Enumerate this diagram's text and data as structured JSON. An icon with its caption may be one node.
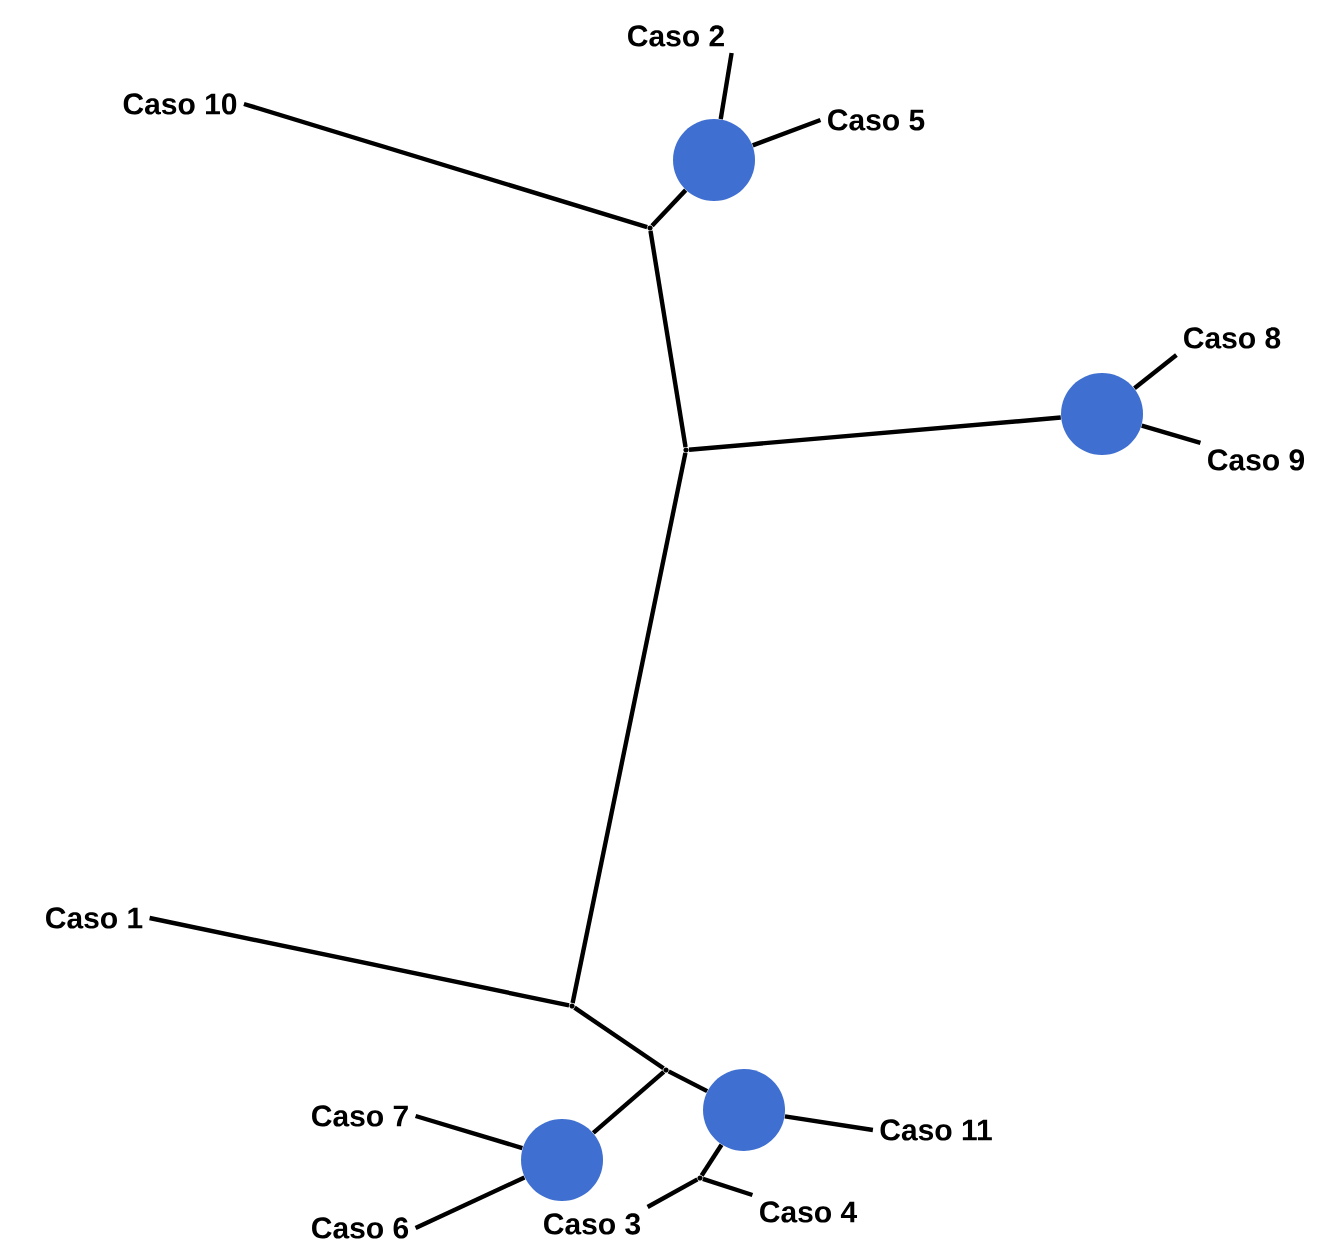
{
  "diagram": {
    "nodes": [
      {
        "text": [
          "Caso 2"
        ]
      },
      {
        "text": [
          "Caso 10"
        ]
      },
      {
        "text": [
          "Caso 5"
        ]
      },
      {
        "text": [],
        "shape": "circle"
      },
      {
        "text": [],
        "shape": "point"
      },
      {
        "text": [
          "Caso 8"
        ]
      },
      {
        "text": [],
        "shape": "circle"
      },
      {
        "text": [
          "Caso 9"
        ]
      },
      {
        "text": [],
        "shape": "point"
      },
      {
        "text": [
          "Caso 1"
        ]
      },
      {
        "text": [],
        "shape": "point"
      },
      {
        "text": [],
        "shape": "point"
      },
      {
        "text": [],
        "shape": "circle"
      },
      {
        "text": [
          "Caso 7"
        ]
      },
      {
        "text": [
          "Caso 11"
        ]
      },
      {
        "text": [],
        "shape": "circle"
      },
      {
        "text": [],
        "shape": "point"
      },
      {
        "text": [
          "Caso 4"
        ]
      },
      {
        "text": [
          "Caso 3"
        ]
      },
      {
        "text": [
          "Caso 6"
        ]
      }
    ],
    "edges": [
      {
        "from": 1,
        "to": 4,
        "arrow": "none"
      },
      {
        "from": 4,
        "to": 3,
        "arrow": "none"
      },
      {
        "from": 3,
        "to": 0,
        "arrow": "none"
      },
      {
        "from": 3,
        "to": 2,
        "arrow": "none"
      },
      {
        "from": 4,
        "to": 8,
        "arrow": "none"
      },
      {
        "from": 8,
        "to": 6,
        "arrow": "none"
      },
      {
        "from": 6,
        "to": 5,
        "arrow": "none"
      },
      {
        "from": 6,
        "to": 7,
        "arrow": "none"
      },
      {
        "from": 8,
        "to": 10,
        "arrow": "none"
      },
      {
        "from": 9,
        "to": 10,
        "arrow": "none"
      },
      {
        "from": 10,
        "to": 11,
        "arrow": "none"
      },
      {
        "from": 11,
        "to": 15,
        "arrow": "none"
      },
      {
        "from": 15,
        "to": 13,
        "arrow": "none"
      },
      {
        "from": 15,
        "to": 19,
        "arrow": "none"
      },
      {
        "from": 11,
        "to": 12,
        "arrow": "none"
      },
      {
        "from": 12,
        "to": 14,
        "arrow": "none"
      },
      {
        "from": 12,
        "to": 16,
        "arrow": "none"
      },
      {
        "from": 16,
        "to": 18,
        "arrow": "none"
      },
      {
        "from": 16,
        "to": 17,
        "arrow": "none"
      }
    ]
  }
}
